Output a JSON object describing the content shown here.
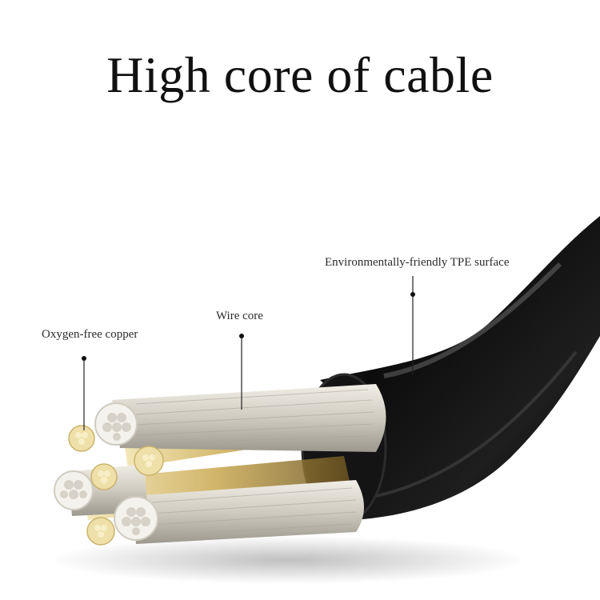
{
  "title": "High core of cable",
  "labels": {
    "oxygen_free_copper": "Oxygen-free copper",
    "wire_core": "Wire core",
    "tpe_surface": "Environmentally-friendly TPE surface"
  },
  "colors": {
    "background": "#ffffff",
    "title_text": "#111111",
    "jacket": "#0b0b0b",
    "core_insulation": "#d9d6cc",
    "copper": "#e8d9a0"
  }
}
